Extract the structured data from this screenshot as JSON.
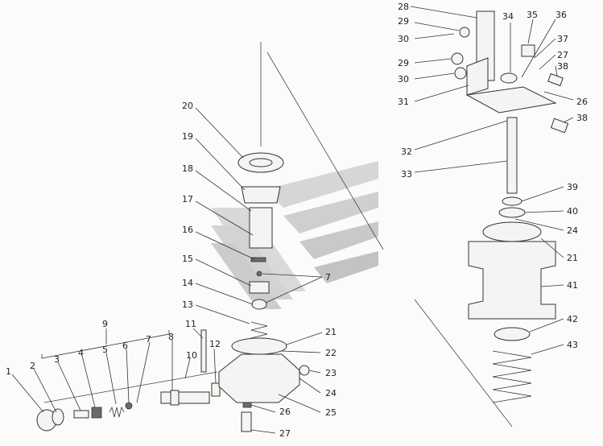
{
  "watermark_colors": {
    "light": "#d8d8d8",
    "mid": "#c2c2c2"
  },
  "callouts": [
    "1",
    "2",
    "3",
    "4",
    "5",
    "6",
    "7",
    "8",
    "9",
    "10",
    "11",
    "12",
    "13",
    "14",
    "15",
    "16",
    "17",
    "18",
    "19",
    "20",
    "7",
    "21",
    "22",
    "23",
    "24",
    "25",
    "26",
    "27",
    "28",
    "29",
    "30",
    "29",
    "30",
    "31",
    "34",
    "35",
    "36",
    "37",
    "27",
    "38",
    "26",
    "38",
    "32",
    "33",
    "39",
    "40",
    "24",
    "21",
    "41",
    "42",
    "43"
  ]
}
